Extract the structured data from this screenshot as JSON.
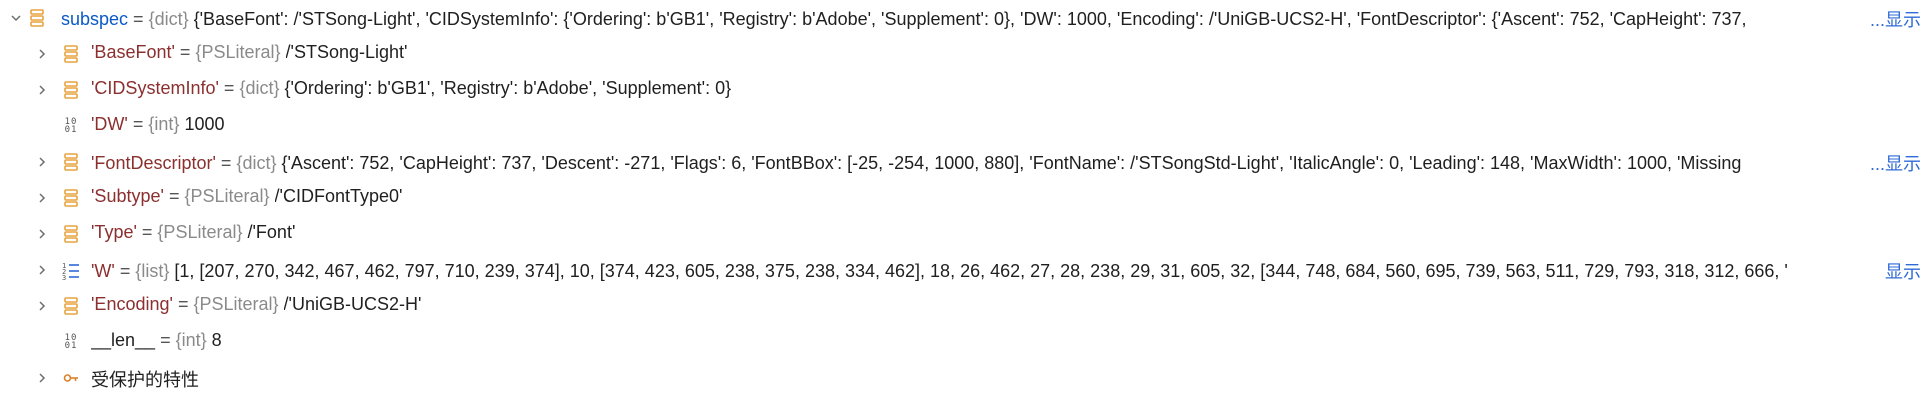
{
  "colors": {
    "dict_icon": "#e7a33e",
    "root_name": "#0b58c9",
    "key_name": "#8b2f2f",
    "type_hint": "#8a8a8a",
    "more_link": "#2f6bd6"
  },
  "tree": {
    "root": {
      "name": "subspec",
      "eq": "=",
      "type": "{dict}",
      "value": "{'BaseFont': /'STSong-Light', 'CIDSystemInfo': {'Ordering': b'GB1', 'Registry': b'Adobe', 'Supplement': 0}, 'DW': 1000, 'Encoding': /'UniGB-UCS2-H', 'FontDescriptor': {'Ascent': 752, 'CapHeight': 737,",
      "more": "...显示",
      "icon": "dict-icon",
      "expanded": true
    },
    "children": [
      {
        "name": "'BaseFont'",
        "eq": "=",
        "type": "{PSLiteral}",
        "value": "/'STSong-Light'",
        "icon": "dict-icon"
      },
      {
        "name": "'CIDSystemInfo'",
        "eq": "=",
        "type": "{dict}",
        "value": "{'Ordering': b'GB1', 'Registry': b'Adobe', 'Supplement': 0}",
        "icon": "dict-icon"
      },
      {
        "name": "'DW'",
        "eq": "=",
        "type": "{int}",
        "value": "1000",
        "icon": "int-icon"
      },
      {
        "name": "'FontDescriptor'",
        "eq": "=",
        "type": "{dict}",
        "value": "{'Ascent': 752, 'CapHeight': 737, 'Descent': -271, 'Flags': 6, 'FontBBox': [-25, -254, 1000, 880], 'FontName': /'STSongStd-Light', 'ItalicAngle': 0, 'Leading': 148, 'MaxWidth': 1000, 'Missing",
        "more": "...显示",
        "icon": "dict-icon"
      },
      {
        "name": "'Subtype'",
        "eq": "=",
        "type": "{PSLiteral}",
        "value": "/'CIDFontType0'",
        "icon": "dict-icon"
      },
      {
        "name": "'Type'",
        "eq": "=",
        "type": "{PSLiteral}",
        "value": "/'Font'",
        "icon": "dict-icon"
      },
      {
        "name": "'W'",
        "eq": "=",
        "type": "{list}",
        "value": "[1, [207, 270, 342, 467, 462, 797, 710, 239, 374], 10, [374, 423, 605, 238, 375, 238, 334, 462], 18, 26, 462, 27, 28, 238, 29, 31, 605, 32, [344, 748, 684, 560, 695, 739, 563, 511, 729, 793, 318, 312, 666, '",
        "more": "显示",
        "icon": "list-icon"
      },
      {
        "name": "'Encoding'",
        "eq": "=",
        "type": "{PSLiteral}",
        "value": "/'UniGB-UCS2-H'",
        "icon": "dict-icon"
      },
      {
        "name": "__len__",
        "eq": "=",
        "type": "{int}",
        "value": "8",
        "icon": "int-icon"
      },
      {
        "name": "受保护的特性",
        "icon": "key-icon"
      }
    ]
  }
}
